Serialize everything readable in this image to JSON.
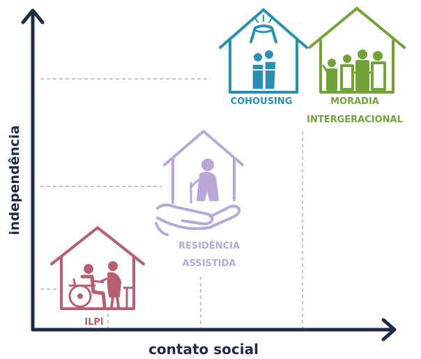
{
  "axes": {
    "x_label": "contato social",
    "y_label": "independência",
    "axis_color": "#1e2a47",
    "guide_color": "#9b9bbf"
  },
  "housing_types": [
    {
      "id": "ilpi",
      "label_lines": [
        "ILPI"
      ],
      "color": "#b85f6f",
      "icon": "house-wheelchair-caregiver-icon",
      "independence_rank": 1,
      "social_contact_rank": 1
    },
    {
      "id": "residencia",
      "label_lines": [
        "RESIDÊNCIA",
        "ASSISTIDA"
      ],
      "color": "#b7a8d8",
      "icon": "house-hand-elderly-cane-icon",
      "independence_rank": 2,
      "social_contact_rank": 2
    },
    {
      "id": "cohousing",
      "label_lines": [
        "COHOUSING"
      ],
      "color": "#2a8fb5",
      "icon": "house-handshake-elderly-couple-icon",
      "independence_rank": 3,
      "social_contact_rank": 3
    },
    {
      "id": "moradia",
      "label_lines": [
        "MORADIA",
        "INTERGERACIONAL"
      ],
      "color": "#72a23a",
      "icon": "house-family-generations-icon",
      "independence_rank": 3,
      "social_contact_rank": 3
    }
  ]
}
